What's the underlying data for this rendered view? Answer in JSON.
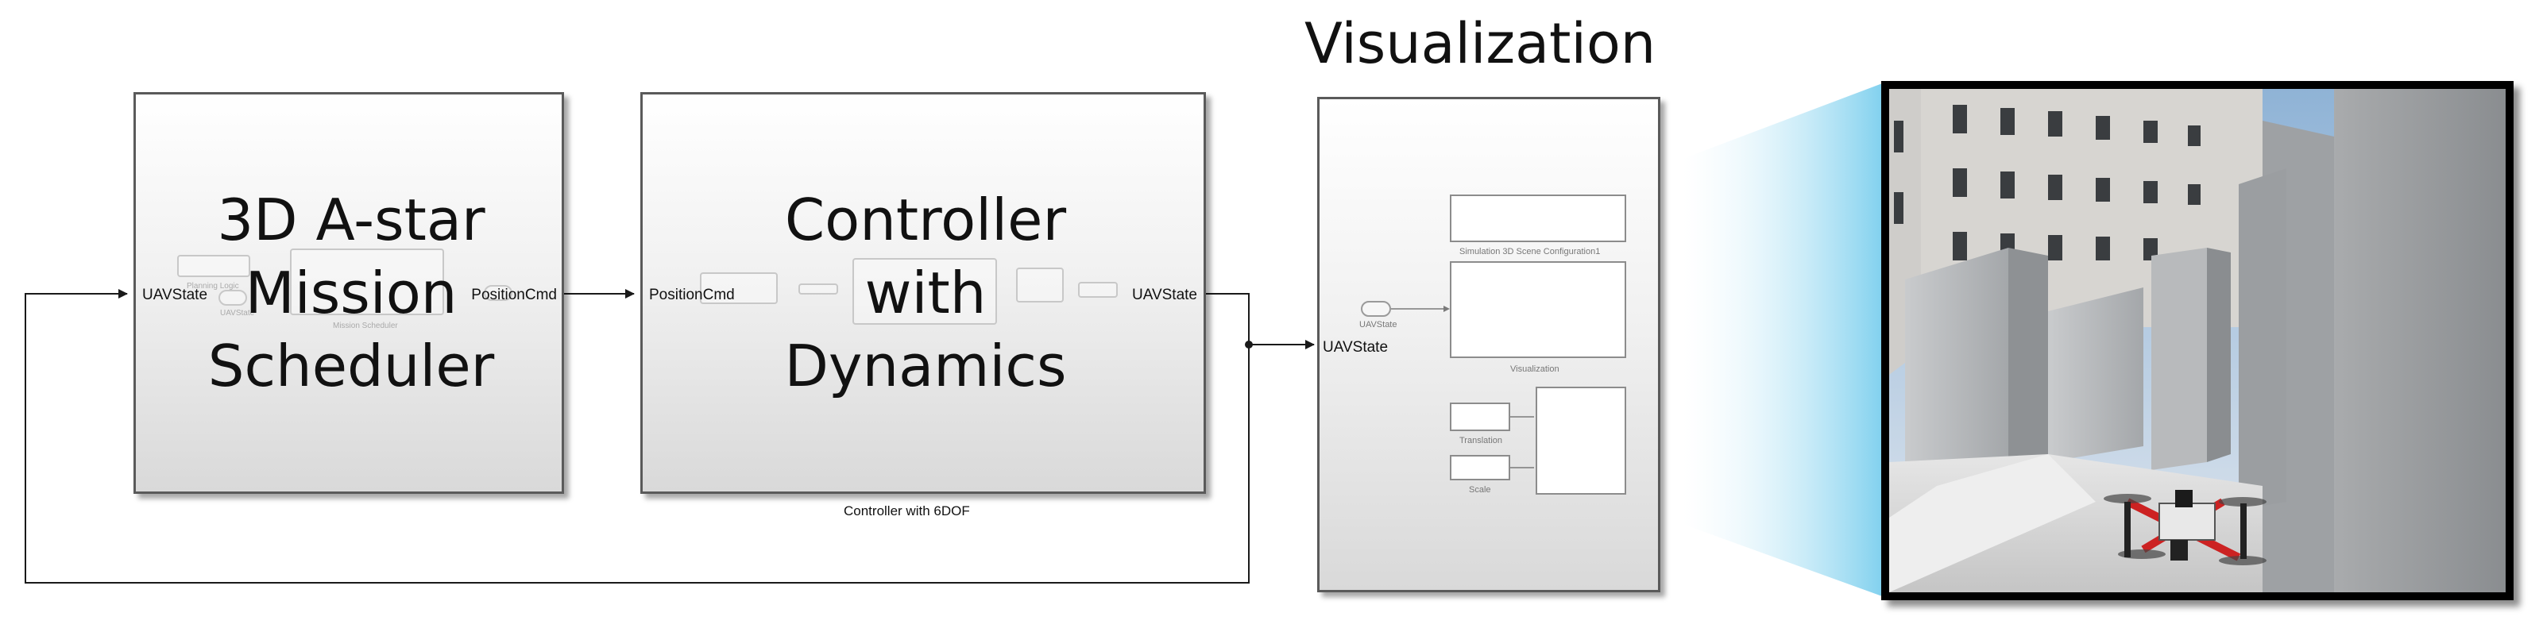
{
  "blocks": {
    "mission": {
      "title": "3D A-star\nMission\nScheduler",
      "in_port": "UAVState",
      "out_port": "PositionCmd",
      "inner_labels": [
        "Planning Logic",
        "UAVState",
        "Mission Scheduler"
      ]
    },
    "controller": {
      "title": "Controller\nwith\nDynamics",
      "in_port": "PositionCmd",
      "out_port": "UAVState",
      "caption": "Controller with 6DOF"
    },
    "visualization": {
      "title": "Visualization",
      "in_port": "UAVState",
      "inner": {
        "in_label": "UAVState",
        "config_label": "Simulation 3D Scene Configuration1",
        "vis_label": "Visualization",
        "translation_label": "Translation",
        "scale_label": "Scale"
      }
    }
  },
  "colors": {
    "block_border": "#5a5a5a",
    "line": "#1a1a1a",
    "beam": "#8ed6f0",
    "frame": "#000000"
  },
  "icons": {
    "scene": "3d-uav-scene-image"
  }
}
